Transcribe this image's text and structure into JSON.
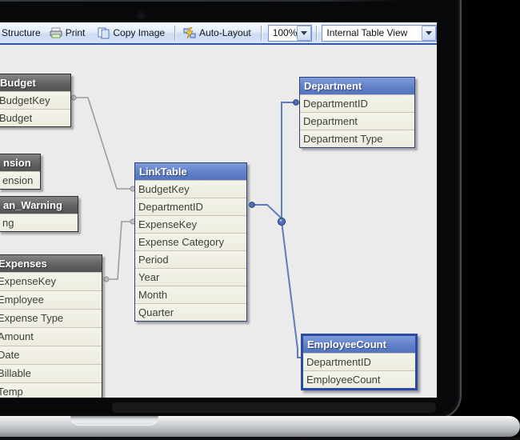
{
  "toolbar": {
    "structure_label": "Structure",
    "print_label": "Print",
    "copy_image_label": "Copy Image",
    "auto_layout_label": "Auto-Layout",
    "zoom_select": {
      "value": "100%"
    },
    "view_select": {
      "value": "Internal Table View"
    }
  },
  "diagram": {
    "tables": [
      {
        "id": "budget",
        "title": "Budget",
        "theme": "gray",
        "partial": true,
        "fields": [
          "BudgetKey",
          "Budget"
        ]
      },
      {
        "id": "dimension",
        "title": "nsion",
        "theme": "gray",
        "partial": true,
        "fields": [
          "ension"
        ]
      },
      {
        "id": "warning",
        "title": "an_Warning",
        "theme": "gray",
        "partial": true,
        "fields": [
          "ng"
        ]
      },
      {
        "id": "expenses",
        "title": "Expenses",
        "theme": "gray",
        "partial": true,
        "fields": [
          "ExpenseKey",
          "Employee",
          "Expense Type",
          "Amount",
          "Date",
          "Billable",
          "Temp"
        ]
      },
      {
        "id": "linktable",
        "title": "LinkTable",
        "theme": "blue",
        "fields": [
          "BudgetKey",
          "DepartmentID",
          "ExpenseKey",
          "Expense Category",
          "Period",
          "Year",
          "Month",
          "Quarter"
        ]
      },
      {
        "id": "department",
        "title": "Department",
        "theme": "blue",
        "fields": [
          "DepartmentID",
          "Department",
          "Department Type"
        ]
      },
      {
        "id": "employeecount",
        "title": "EmployeeCount",
        "theme": "blue",
        "selected": true,
        "fields": [
          "DepartmentID",
          "EmployeeCount"
        ]
      }
    ],
    "connections": [
      {
        "from": "Budget.BudgetKey",
        "to": "LinkTable.BudgetKey"
      },
      {
        "from": "Expenses.ExpenseKey",
        "to": "LinkTable.ExpenseKey"
      },
      {
        "from": "LinkTable.DepartmentID",
        "to": "Department.DepartmentID"
      },
      {
        "from": "LinkTable.DepartmentID",
        "to": "EmployeeCount.DepartmentID"
      }
    ],
    "colors": {
      "canvas_bg": "#ebebeb",
      "blue_header": "#6a89cf",
      "gray_header": "#6e6e6e",
      "connector_blue": "#5f7cba",
      "connector_gray": "#9c9c9c"
    }
  }
}
